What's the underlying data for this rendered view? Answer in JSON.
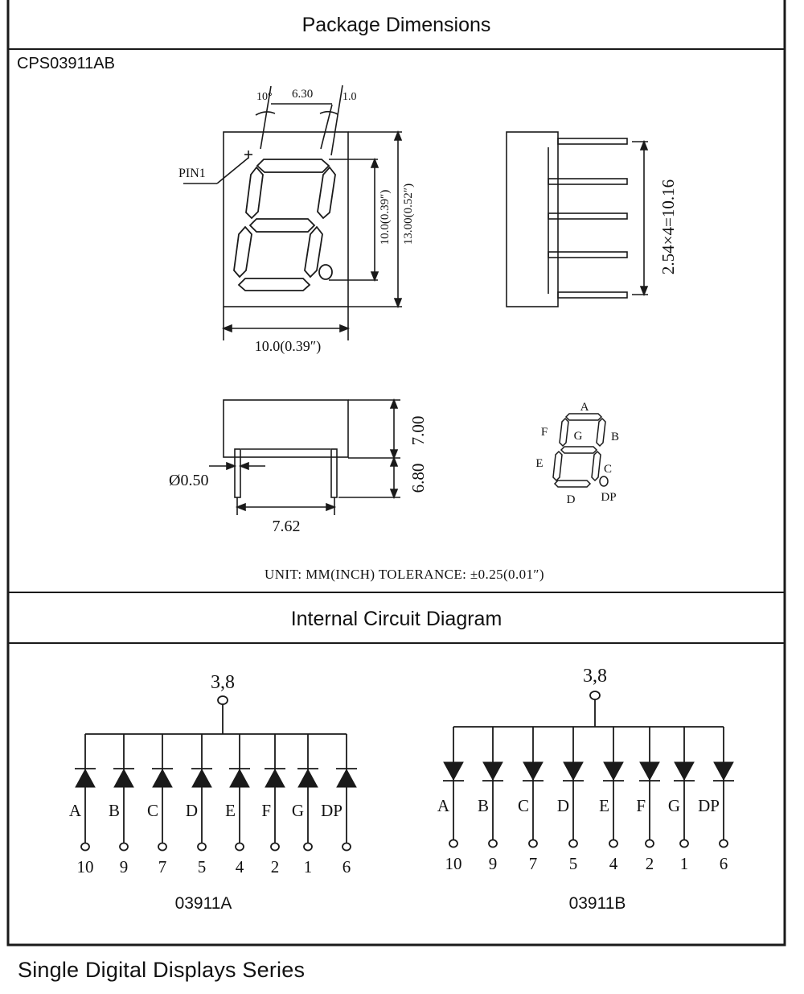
{
  "colors": {
    "line": "#1a1a1a",
    "text": "#111111",
    "background": "#ffffff"
  },
  "package_section": {
    "heading": "Package Dimensions",
    "part_code": "CPS03911AB",
    "front_view": {
      "angle_left": "10°",
      "pitch": "6.30",
      "angle_right": "1.0",
      "pin1_label": "PIN1",
      "digit_height": "10.0(0.39″)",
      "body_height": "13.00(0.52″)",
      "body_width": "10.0(0.39″)"
    },
    "side_view": {
      "pin_span": "2.54×4=10.16"
    },
    "bottom_view": {
      "body_depth": "7.00",
      "pin_length": "6.80",
      "pin_diameter": "Ø0.50",
      "pin_spacing": "7.62"
    },
    "segment_map": {
      "a": "A",
      "b": "B",
      "c": "C",
      "d": "D",
      "e": "E",
      "f": "F",
      "g": "G",
      "dp": "DP"
    },
    "note": "UNIT: MM(INCH)  TOLERANCE: ±0.25(0.01″)"
  },
  "circuit_section": {
    "heading": "Internal Circuit Diagram",
    "diagrams": [
      {
        "caption": "03911A",
        "common_pins": "3,8",
        "orientation": "cathode-down",
        "segments": [
          "A",
          "B",
          "C",
          "D",
          "E",
          "F",
          "G",
          "DP"
        ],
        "pins": [
          "10",
          "9",
          "7",
          "5",
          "4",
          "2",
          "1",
          "6"
        ]
      },
      {
        "caption": "03911B",
        "common_pins": "3,8",
        "orientation": "anode-down",
        "segments": [
          "A",
          "B",
          "C",
          "D",
          "E",
          "F",
          "G",
          "DP"
        ],
        "pins": [
          "10",
          "9",
          "7",
          "5",
          "4",
          "2",
          "1",
          "6"
        ]
      }
    ]
  },
  "footer": {
    "title": "Single Digital Displays Series"
  }
}
